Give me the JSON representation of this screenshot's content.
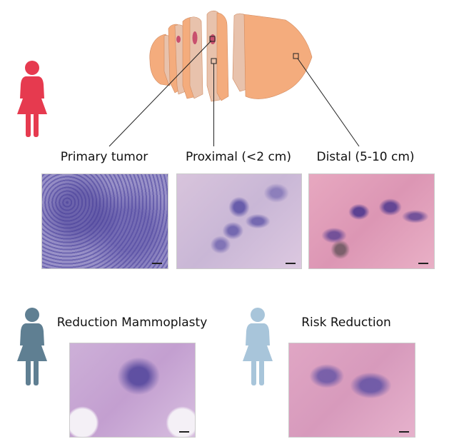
{
  "tumor_panel": {
    "labels": [
      "Primary tumor",
      "Proximal (<2 cm)",
      "Distal (5-10 cm)"
    ]
  },
  "bottom_panel": {
    "reduction_mammoplasty": "Reduction Mammoplasty",
    "risk_reduction": "Risk Reduction"
  },
  "colors": {
    "tumor_patient": "#e63a4f",
    "reduction_mammoplasty": "#5f7f92",
    "risk_reduction": "#a8c5da",
    "breast_tissue": "#f4ac7d",
    "breast_cut": "#e8c2ac",
    "tumor_lesion": "#c8506e"
  }
}
